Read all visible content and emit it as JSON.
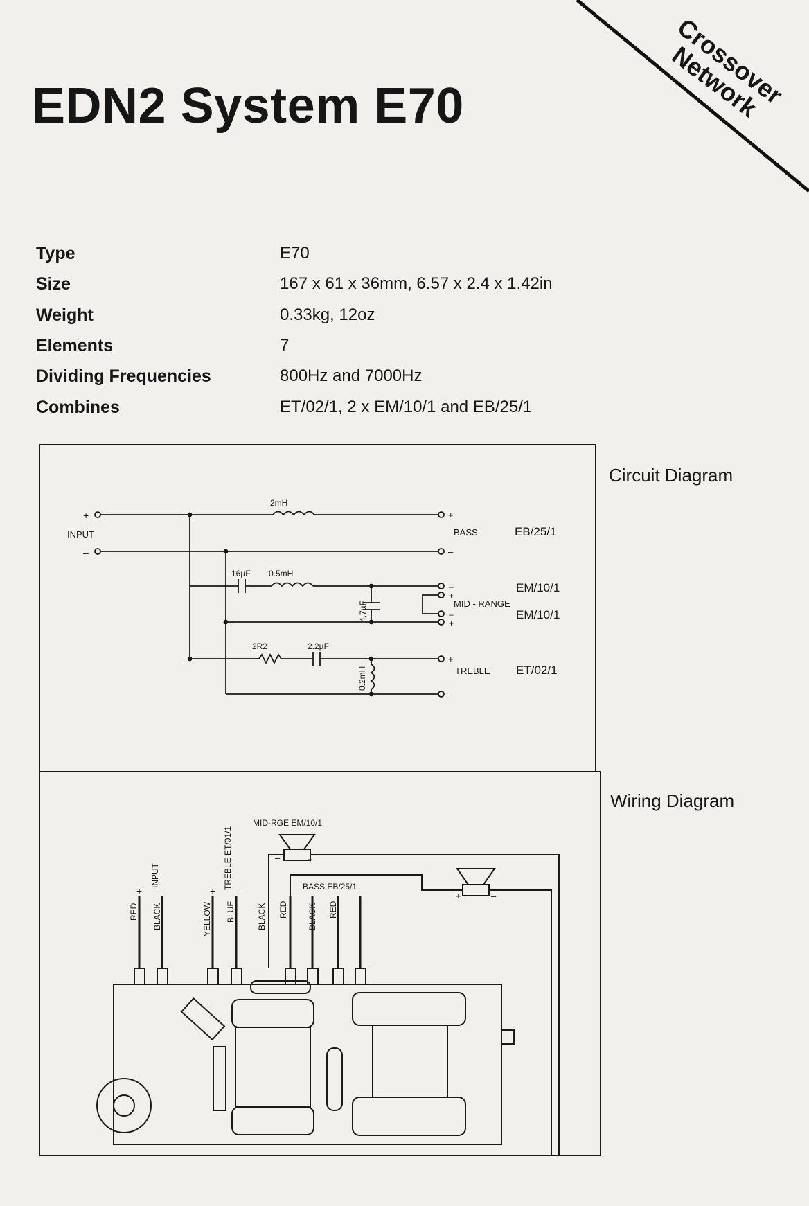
{
  "banner": {
    "line1": "Crossover",
    "line2": "Network"
  },
  "title": "EDN2 System E70",
  "specs": [
    {
      "label": "Type",
      "value": "E70"
    },
    {
      "label": "Size",
      "value": "167 x 61 x 36mm, 6.57 x 2.4 x 1.42in"
    },
    {
      "label": "Weight",
      "value": "0.33kg, 12oz"
    },
    {
      "label": "Elements",
      "value": "7"
    },
    {
      "label": "Dividing Frequencies",
      "value": "800Hz and 7000Hz"
    },
    {
      "label": "Combines",
      "value": "ET/02/1, 2 x EM/10/1 and EB/25/1"
    }
  ],
  "circuit": {
    "heading": "Circuit Diagram",
    "input_label": "INPUT",
    "plus": "+",
    "minus": "–",
    "bass_label": "BASS",
    "bass_model": "EB/25/1",
    "mid_label": "MID - RANGE",
    "mid_model_1": "EM/10/1",
    "mid_model_2": "EM/10/1",
    "treble_label": "TREBLE",
    "treble_model": "ET/02/1",
    "l_bass": "2mH",
    "c_mid": "16µF",
    "l_mid": "0.5mH",
    "c_mid_shunt": "4.7µF",
    "r_treble": "2R2",
    "c_treble": "2.2µF",
    "l_treble": "0.2mH"
  },
  "wiring": {
    "heading": "Wiring Diagram",
    "mid_speaker": "MID-RGE  EM/10/1",
    "bass_speaker": "BASS  EB/25/1",
    "input_label": "INPUT",
    "treble_label": "TREBLE  ET/01/1",
    "wires": [
      "RED",
      "BLACK",
      "YELLOW",
      "BLUE",
      "BLACK",
      "RED",
      "BLACK",
      "RED"
    ],
    "plus": "+",
    "minus": "–"
  }
}
